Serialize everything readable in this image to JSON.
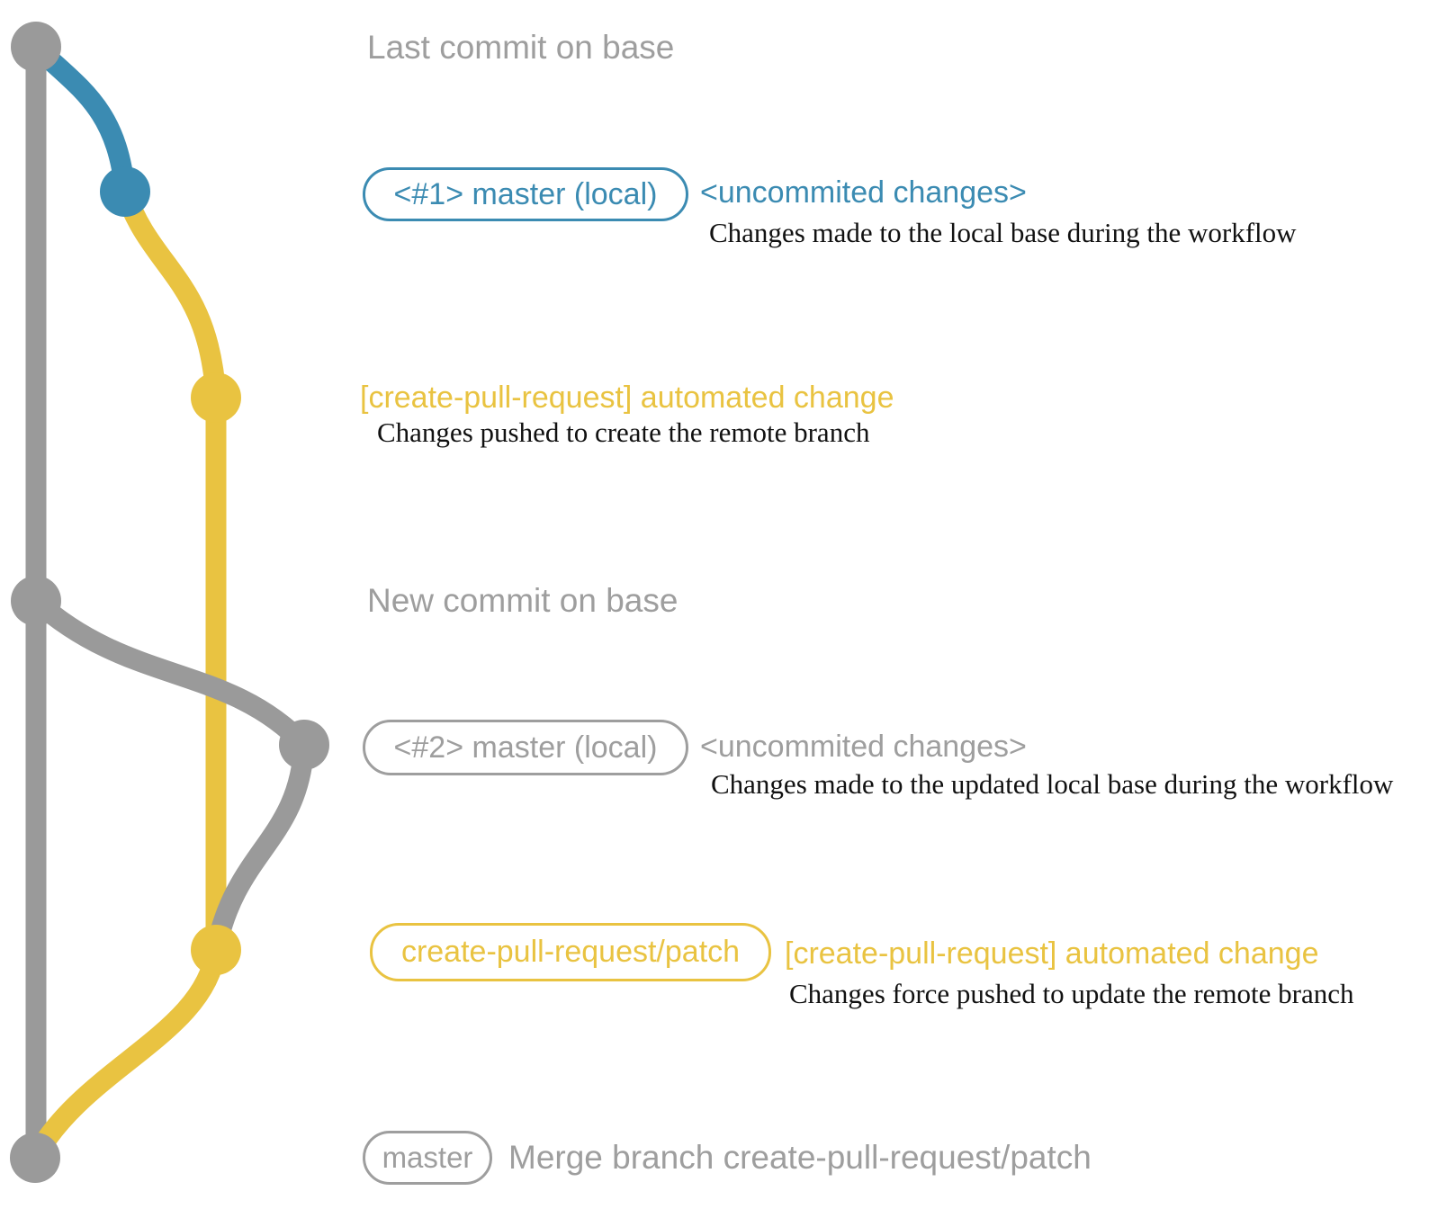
{
  "colors": {
    "base_gray": "#9a9a9a",
    "label_gray": "#9e9e9e",
    "blue": "#3b8bb2",
    "yellow": "#e9c341",
    "description_text": "#111111",
    "background": "#ffffff"
  },
  "annotations": {
    "row1": {
      "title": "Last commit on base"
    },
    "row2": {
      "badge": "<#1> master (local)",
      "label": "<uncommited changes>",
      "desc": "Changes made to the local base during the workflow"
    },
    "row3": {
      "label": "[create-pull-request] automated change",
      "desc": "Changes pushed to create the remote branch"
    },
    "row4": {
      "title": "New commit on base"
    },
    "row5": {
      "badge": "<#2> master (local)",
      "label": "<uncommited changes>",
      "desc": "Changes made to the updated local base during the workflow"
    },
    "row6": {
      "badge": "create-pull-request/patch",
      "label": "[create-pull-request] automated change",
      "desc": "Changes force pushed to update the remote branch"
    },
    "row7": {
      "badge": "master",
      "label": "Merge branch create-pull-request/patch"
    }
  },
  "graph": {
    "branches": [
      {
        "name": "base",
        "color": "#9a9a9a"
      },
      {
        "name": "master (local)",
        "color": "#3b8bb2"
      },
      {
        "name": "create-pull-request/patch",
        "color": "#e9c341"
      }
    ],
    "commits": [
      {
        "row": 1,
        "branch": "base",
        "color": "#9a9a9a",
        "label": "Last commit on base"
      },
      {
        "row": 2,
        "branch": "master (local)",
        "color": "#3b8bb2",
        "label": "<uncommited changes>"
      },
      {
        "row": 3,
        "branch": "create-pull-request/patch",
        "color": "#e9c341",
        "label": "[create-pull-request] automated change"
      },
      {
        "row": 4,
        "branch": "base",
        "color": "#9a9a9a",
        "label": "New commit on base"
      },
      {
        "row": 5,
        "branch": "master (local)",
        "color": "#9a9a9a",
        "label": "<uncommited changes>"
      },
      {
        "row": 6,
        "branch": "create-pull-request/patch",
        "color": "#e9c341",
        "label": "[create-pull-request] automated change"
      },
      {
        "row": 7,
        "branch": "base",
        "color": "#9a9a9a",
        "label": "Merge branch create-pull-request/patch"
      }
    ]
  }
}
